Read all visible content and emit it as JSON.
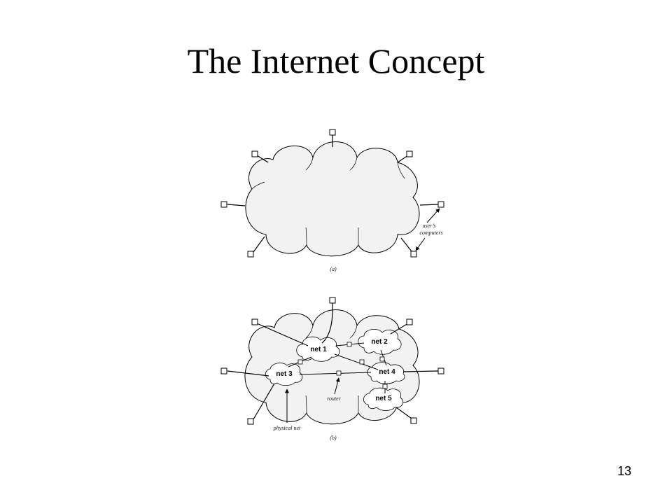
{
  "slide": {
    "title": "The Internet Concept",
    "page_number": "13"
  },
  "diagram_a": {
    "caption": "(a)",
    "annotation_line1": "user’s",
    "annotation_line2": "computers"
  },
  "diagram_b": {
    "caption": "(b)",
    "networks": [
      "net 1",
      "net 2",
      "net 3",
      "net 4",
      "net 5"
    ],
    "router_label": "router",
    "physical_net_label": "physical net"
  },
  "colors": {
    "cloud_fill": "#f2f2f2",
    "stroke": "#000000"
  }
}
